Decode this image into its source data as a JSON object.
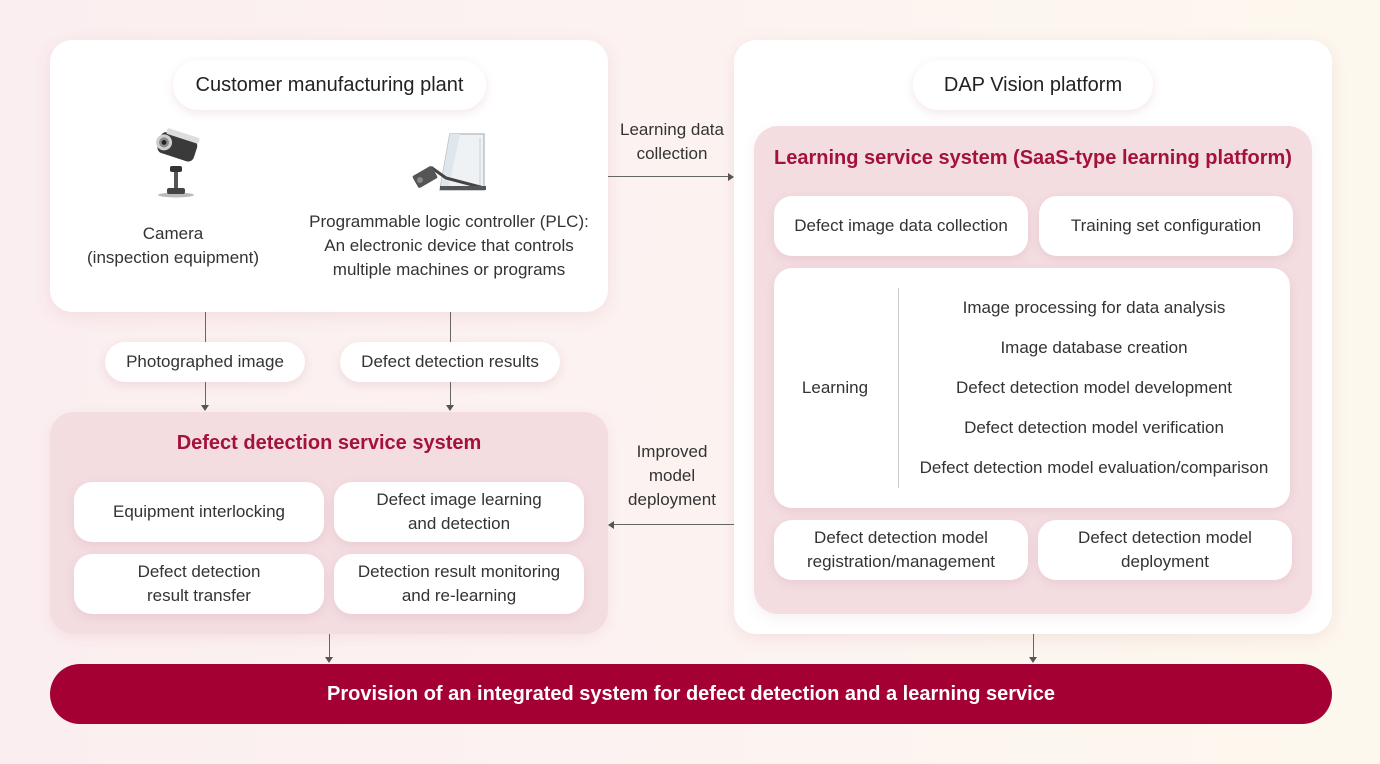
{
  "plant": {
    "title": "Customer manufacturing plant",
    "camera_label": "Camera\n(inspection equipment)",
    "plc_label": "Programmable logic controller (PLC):\nAn electronic device that controls\nmultiple machines or programs"
  },
  "flows": {
    "learning_data": "Learning data\ncollection",
    "improved_model": "Improved\nmodel\ndeployment",
    "photographed_image": "Photographed image",
    "defect_detection_results": "Defect detection results"
  },
  "detection_system": {
    "title": "Defect detection service system",
    "items": [
      "Equipment interlocking",
      "Defect image learning\nand detection",
      "Defect detection\nresult transfer",
      "Detection result monitoring\nand re-learning"
    ]
  },
  "dap": {
    "title": "DAP Vision platform",
    "learning_system": {
      "title": "Learning service system (SaaS-type learning platform)",
      "top_items": [
        "Defect image data collection",
        "Training set configuration"
      ],
      "learning_label": "Learning",
      "learning_items": [
        "Image processing for data analysis",
        "Image database creation",
        "Defect detection model development",
        "Defect detection model verification",
        "Defect detection model evaluation/comparison"
      ],
      "bottom_items": [
        "Defect detection model\nregistration/management",
        "Defect detection model\ndeployment"
      ]
    }
  },
  "result": "Provision of an integrated system for defect detection and a learning service",
  "colors": {
    "accent": "#a50034",
    "title_red": "#a4123a",
    "panel_pink": "#f3dde1"
  },
  "icons": [
    "camera-icon",
    "plc-device-icon"
  ]
}
